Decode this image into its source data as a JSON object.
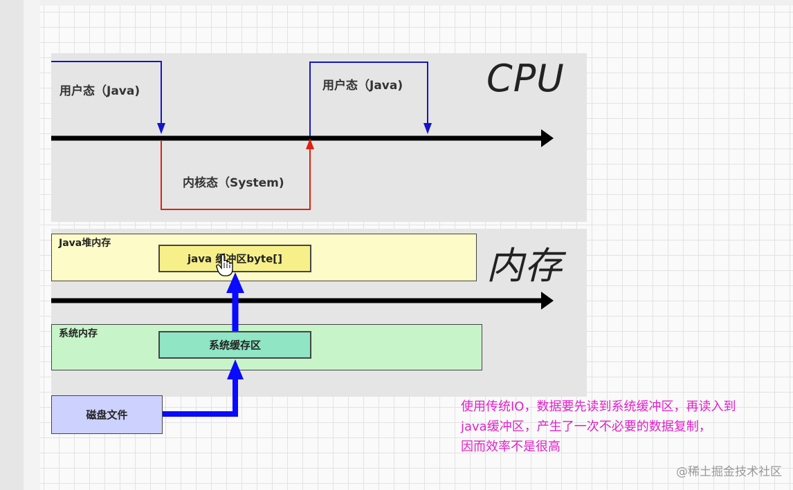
{
  "cpu": {
    "title": "CPU",
    "user_mode_1": "用户态（Java)",
    "kernel_mode": "内核态（System)",
    "user_mode_2": "用户态（Java)"
  },
  "memory": {
    "title": "内存",
    "java_heap_label": "Java堆内存",
    "java_buffer_label": "java 缓冲区byte[]",
    "system_memory_label": "系统内存",
    "system_buffer_label": "系统缓存区",
    "disk_file_label": "磁盘文件"
  },
  "note": {
    "lines": [
      "使用传统IO，数据要先读到系统缓冲区，再读入到",
      "java缓冲区，产生了一次不必要的数据复制，",
      "因而效率不是很高"
    ]
  },
  "watermark": "@稀土掘金技术社区",
  "colors": {
    "user_mode_line": "#1414c8",
    "kernel_mode_line": "#e02010",
    "data_flow_arrow": "#0a0aff",
    "note_text": "#e020c8"
  },
  "icons": [
    "hand-cursor-icon"
  ]
}
